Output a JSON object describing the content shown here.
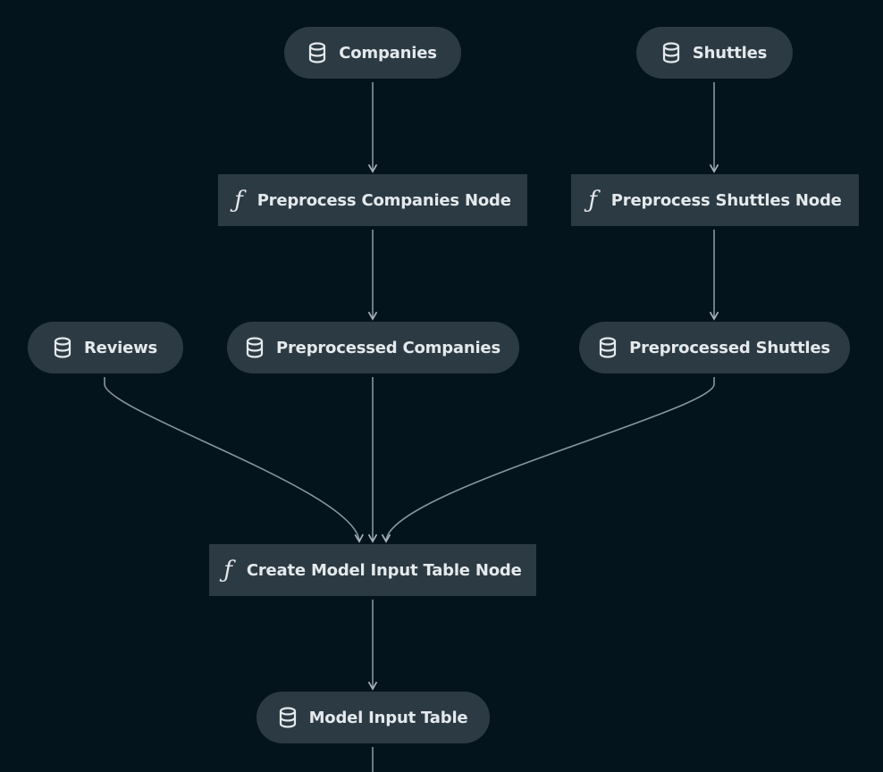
{
  "pipeline": {
    "datasets": {
      "companies": "Companies",
      "shuttles": "Shuttles",
      "reviews": "Reviews",
      "preprocessed_companies": "Preprocessed Companies",
      "preprocessed_shuttles": "Preprocessed Shuttles",
      "model_input_table": "Model Input Table"
    },
    "nodes": {
      "preprocess_companies": "Preprocess Companies Node",
      "preprocess_shuttles": "Preprocess Shuttles Node",
      "create_model_input_table": "Create Model Input Table Node"
    },
    "icons": {
      "dataset": "database-icon",
      "node": "function-icon",
      "function_glyph": "ƒ"
    }
  },
  "colors": {
    "background": "#03141d",
    "node_fill": "#2c3a43",
    "node_text": "#e4e9ec",
    "edge": "#8a969d"
  }
}
